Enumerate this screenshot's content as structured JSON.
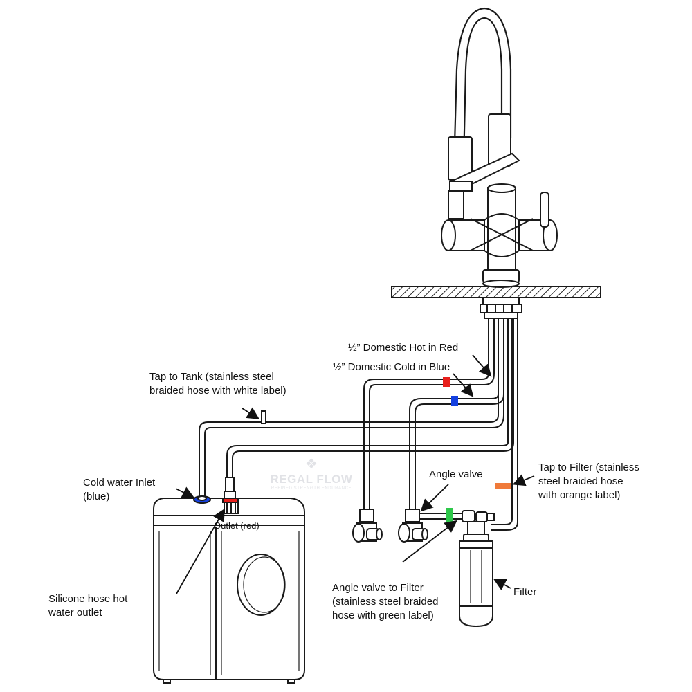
{
  "labels": {
    "hot_red": "½” Domestic Hot in Red",
    "cold_blue": "½” Domestic Cold in Blue",
    "tap_to_tank": [
      "Tap to Tank (stainless steel",
      "braided hose with white label)"
    ],
    "tap_to_filter": [
      "Tap to Filter (stainless",
      "steel braided hose",
      "with orange label)"
    ],
    "cold_inlet": [
      "Cold water Inlet",
      "(blue)"
    ],
    "outlet": "Outlet (red)",
    "angle_valve": "Angle valve",
    "silicone_hose": [
      "Silicone hose hot",
      "water outlet"
    ],
    "angle_to_filter": [
      "Angle valve to Filter",
      "(stainless steel braided",
      "hose with green label)"
    ],
    "filter": "Filter"
  },
  "watermark": {
    "brand": "REGAL FLOW",
    "tagline": "REFINED STRENGTH ENDURANCE"
  },
  "colors": {
    "line": "#1a1a1a",
    "red_label": "#e8201c",
    "blue_label": "#1440e0",
    "green_label": "#2ec84a",
    "orange_label": "#f07a3a"
  }
}
